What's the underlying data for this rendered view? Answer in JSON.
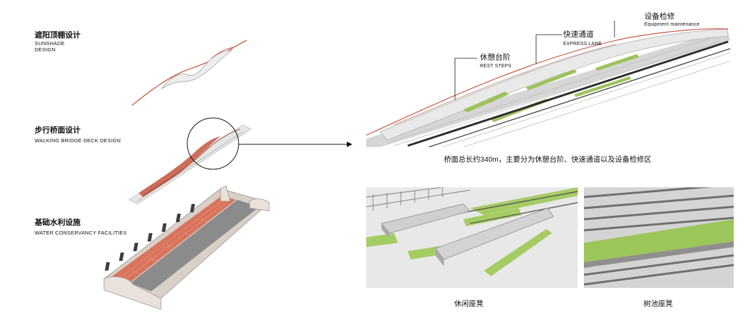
{
  "left": {
    "sunshade": {
      "zh": "遮阳顶棚设计",
      "en_line1": "SUNSHADE",
      "en_line2": "DESIGN"
    },
    "deck": {
      "zh": "步行桥面设计",
      "en": "WALKING BRIDGE DECK DESIGN"
    },
    "water": {
      "zh": "基础水利设施",
      "en": "WATER CONSERVANCY FACILITIES"
    }
  },
  "callouts": {
    "equipment": {
      "zh": "设备检修",
      "en": "Equipment maintenance"
    },
    "express": {
      "zh": "快速通道",
      "en": "EXPRESS LANE"
    },
    "rest": {
      "zh": "休憩台阶",
      "en": "REST STEPS"
    }
  },
  "caption_main": "桥面总长约340m，主要分为休憩台阶、快速通道以及设备检修区",
  "caption_left_photo": "休闲座凳",
  "caption_right_photo": "树池座凳",
  "colors": {
    "accent": "#c8573f",
    "grass": "#9dc35c",
    "concrete": "#e2e2e2",
    "line": "#222222"
  }
}
